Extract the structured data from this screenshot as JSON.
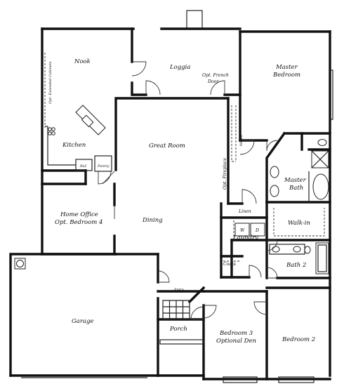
{
  "rooms": {
    "nook": "Nook",
    "loggia": "Loggia",
    "master_bedroom_1": "Master",
    "master_bedroom_2": "Bedroom",
    "opt_french_door_1": "Opt. French",
    "opt_french_door_2": "Door",
    "opt_extended_cabinets": "Opt. Extended Cabinets",
    "kitchen": "Kitchen",
    "ref": "Ref.",
    "pantry": "Pantry",
    "great_room": "Great Room",
    "opt_fireplace": "Opt. Fireplace",
    "media": "Media",
    "master_bath_1": "Master",
    "master_bath_2": "Bath",
    "home_office_1": "Home Office",
    "home_office_2": "Opt. Bedroom 4",
    "dining": "Dining",
    "linen": "Linen",
    "walk_in": "Walk-in",
    "washer": "W",
    "dryer": "D",
    "laundry": "Laundry",
    "coats": "Coats",
    "bath2": "Bath 2",
    "entry": "Entry",
    "garage": "Garage",
    "porch": "Porch",
    "bedroom3_1": "Bedroom 3",
    "bedroom3_2": "Optional Den",
    "bedroom2": "Bedroom 2"
  }
}
